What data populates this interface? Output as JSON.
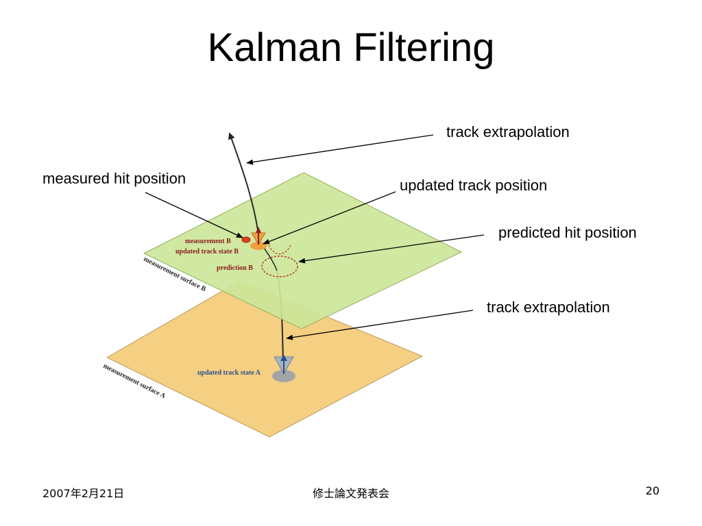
{
  "title": "Kalman Filtering",
  "callouts": {
    "track_extrapolation_top": "track extrapolation",
    "measured_hit_position": "measured hit position",
    "updated_track_position": "updated track position",
    "predicted_hit_position": "predicted hit position",
    "track_extrapolation_bottom": "track extrapolation"
  },
  "diagram_labels": {
    "measurement_b": "measurement B",
    "updated_track_state_b": "updated track state B",
    "prediction_b": "prediction B",
    "measurement_surface_b": "measurement surface B",
    "updated_track_state_a": "updated track state A",
    "measurement_surface_a": "measurement surface A"
  },
  "footer": {
    "date": "2007年2月21日",
    "event": "修士論文発表会",
    "page_number": "20"
  },
  "colors": {
    "surface_b_fill": "#cce699",
    "surface_a_fill": "#f5cf82",
    "label_dark_red": "#8b1a1a",
    "label_blue": "#2c4f8c",
    "measurement_red": "#e0401c",
    "state_orange": "#f0a040",
    "state_gray": "#9aa0a8"
  }
}
